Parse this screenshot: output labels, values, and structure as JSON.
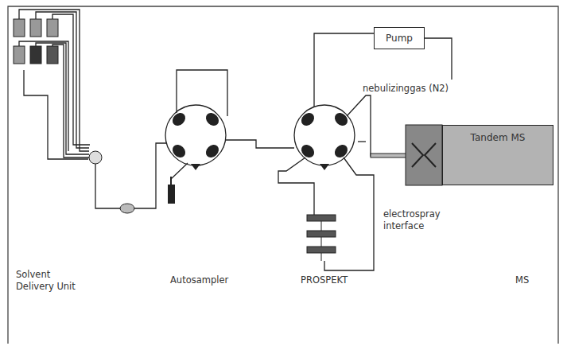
{
  "diagram": {
    "nodes": [
      {
        "text": [
          "Pump"
        ]
      },
      {
        "text": [
          "Tandem MS"
        ]
      }
    ],
    "labels": [
      "nebulizinggas (N2)",
      "electrospray interface",
      "Solvent Delivery Unit",
      "Autosampler",
      "PROSPEKT",
      "MS"
    ]
  }
}
